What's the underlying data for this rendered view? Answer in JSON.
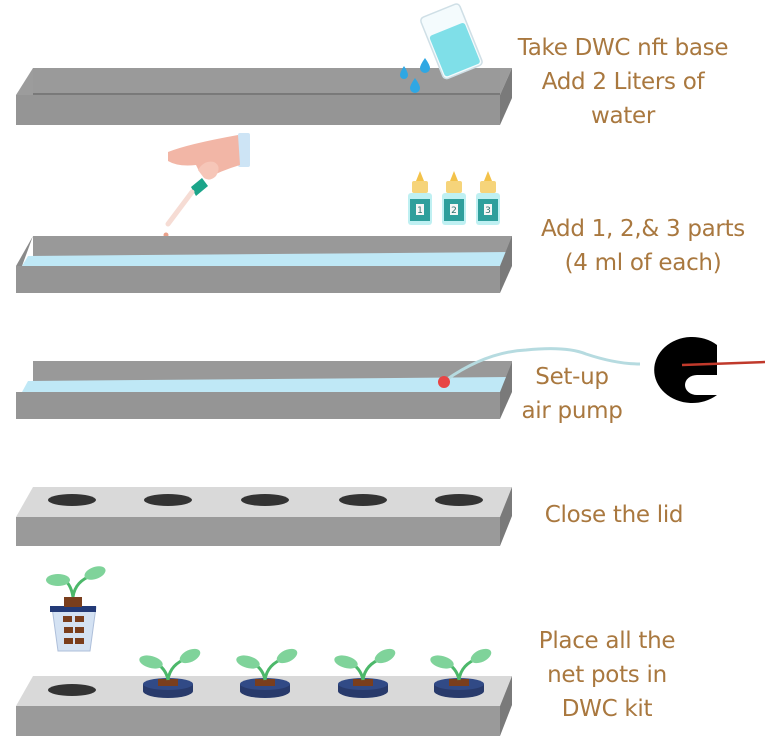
{
  "title": "DWC hydroponic kit setup steps",
  "colors": {
    "text": "#a9783f",
    "tray_top": "#9a9a9a",
    "tray_front": "#959595",
    "tray_side": "#7a7a7a",
    "lid_top": "#d9d9d9",
    "water": "#bfe8f6",
    "hole": "#333333",
    "pot": "#283a6b",
    "leaf": "#7fd39a",
    "stem": "#4cb86a",
    "bottle_cap": "#f5c85a",
    "bottle_body": "#2f9f9c",
    "pump": "#000000",
    "wire": "#c0392b",
    "air_bubble": "#e84545"
  },
  "steps": [
    {
      "id": 1,
      "lines": [
        "Take DWC nft base",
        "Add 2 Liters of",
        "water"
      ],
      "icons": [
        "water-glass-icon",
        "water-drop-icon"
      ]
    },
    {
      "id": 2,
      "lines": [
        "Add 1, 2,& 3 parts",
        "(4 ml of each)"
      ],
      "icons": [
        "hand-dropper-icon",
        "nutrient-bottle-icon"
      ],
      "bottles": [
        "1",
        "2",
        "3"
      ]
    },
    {
      "id": 3,
      "lines": [
        "Set-up",
        "air pump"
      ],
      "icons": [
        "air-pump-icon",
        "air-stone-icon"
      ]
    },
    {
      "id": 4,
      "lines": [
        "Close the lid"
      ],
      "icons": [
        "lid-hole-icon"
      ]
    },
    {
      "id": 5,
      "lines": [
        "Place all the",
        "net pots in",
        "DWC kit"
      ],
      "icons": [
        "net-pot-icon",
        "seedling-icon"
      ]
    }
  ]
}
